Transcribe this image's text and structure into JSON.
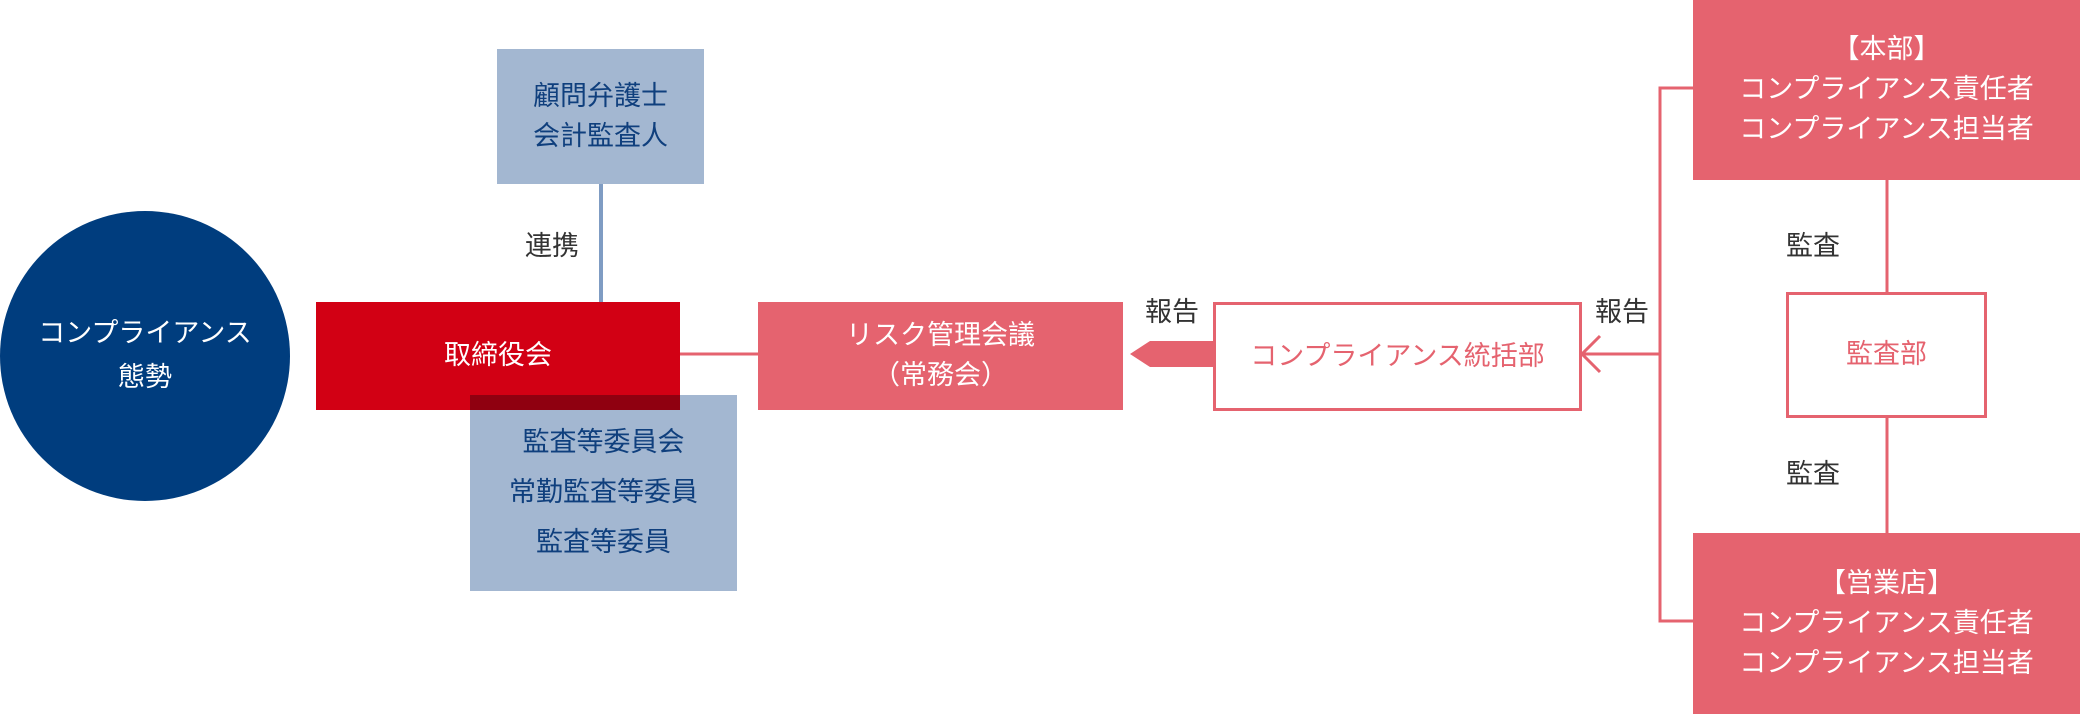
{
  "nodes": {
    "compliance_stance": "コンプライアンス\n態勢",
    "advisors": "顧問弁護士\n会計監査人",
    "board": "取締役会",
    "audit_committee": "監査等委員会\n常勤監査等委員\n監査等委員",
    "risk_committee": "リスク管理会議\n（常務会）",
    "compliance_division": "コンプライアンス統括部",
    "headquarters": "【本部】\nコンプライアンス責任者\nコンプライアンス担当者",
    "audit_department": "監査部",
    "branches": "【営業店】\nコンプライアンス責任者\nコンプライアンス担当者"
  },
  "edge_labels": {
    "cooperation": "連携",
    "report_left": "報告",
    "report_right": "報告",
    "audit_top": "監査",
    "audit_bottom": "監査"
  },
  "colors": {
    "navy": "#003d7e",
    "light_blue": "#a3b7d1",
    "red": "#d20014",
    "pink": "#e5636f",
    "line_blue": "#7f9cc3"
  }
}
